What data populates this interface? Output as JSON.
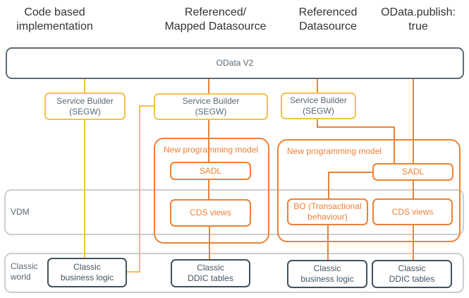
{
  "colors": {
    "yellow": "#F3C24A",
    "orange": "#EE8135",
    "dark": "#42525C",
    "dark_text": "#46555F",
    "slate": "#5A6972",
    "odata_border": "#5F6C74",
    "band_border": "#CDCDCD",
    "heading": "#333333"
  },
  "column_headings": [
    {
      "label": "Code based\nimplementation"
    },
    {
      "label": "Referenced/\nMapped Datasource"
    },
    {
      "label": "Referenced\nDatasource"
    },
    {
      "label": "OData.publish:\ntrue"
    }
  ],
  "odata": {
    "label": "OData V2"
  },
  "service_builders": [
    {
      "label": "Service Builder\n(SEGW)"
    },
    {
      "label": "Service Builder\n(SEGW)"
    },
    {
      "label": "Service Builder\n(SEGW)"
    }
  ],
  "npm_containers": [
    {
      "label": "New programming model"
    },
    {
      "label": "New programming model"
    }
  ],
  "nodes": {
    "sadl1": {
      "label": "SADL"
    },
    "cds1": {
      "label": "CDS views"
    },
    "sadl2": {
      "label": "SADL"
    },
    "bo": {
      "label": "BO (Transactional\nbehaviour)"
    },
    "cds2": {
      "label": "CDS views"
    },
    "classic_logic1": {
      "label": "Classic\nbusiness logic"
    },
    "classic_ddic1": {
      "label": "Classic\nDDIC tables"
    },
    "classic_logic2": {
      "label": "Classic\nbusiness logic"
    },
    "classic_ddic2": {
      "label": "Classic\nDDIC tables"
    }
  },
  "bands": {
    "vdm": {
      "label": "VDM"
    },
    "classic": {
      "label": "Classic\nworld"
    }
  }
}
